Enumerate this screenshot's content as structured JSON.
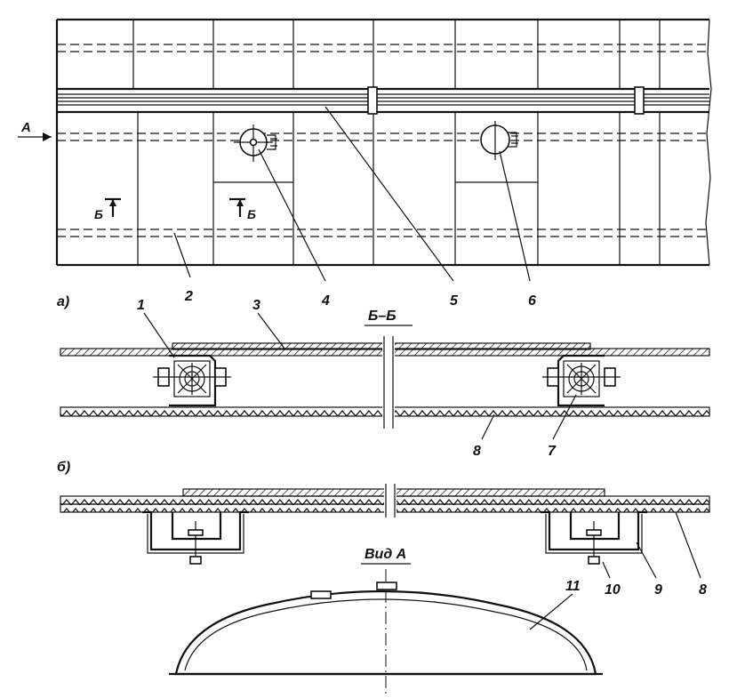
{
  "view_direction_label": "А",
  "section_mark_left": "Б",
  "section_mark_right": "Б",
  "variant_a_label": "а)",
  "variant_b_label": "б)",
  "section_title": "Б–Б",
  "view_title": "Вид А",
  "callouts": {
    "c1": "1",
    "c2": "2",
    "c3": "3",
    "c4": "4",
    "c5": "5",
    "c6": "6",
    "c7": "7",
    "c8a": "8",
    "c8b": "8",
    "c9": "9",
    "c10": "10",
    "c11": "11"
  }
}
